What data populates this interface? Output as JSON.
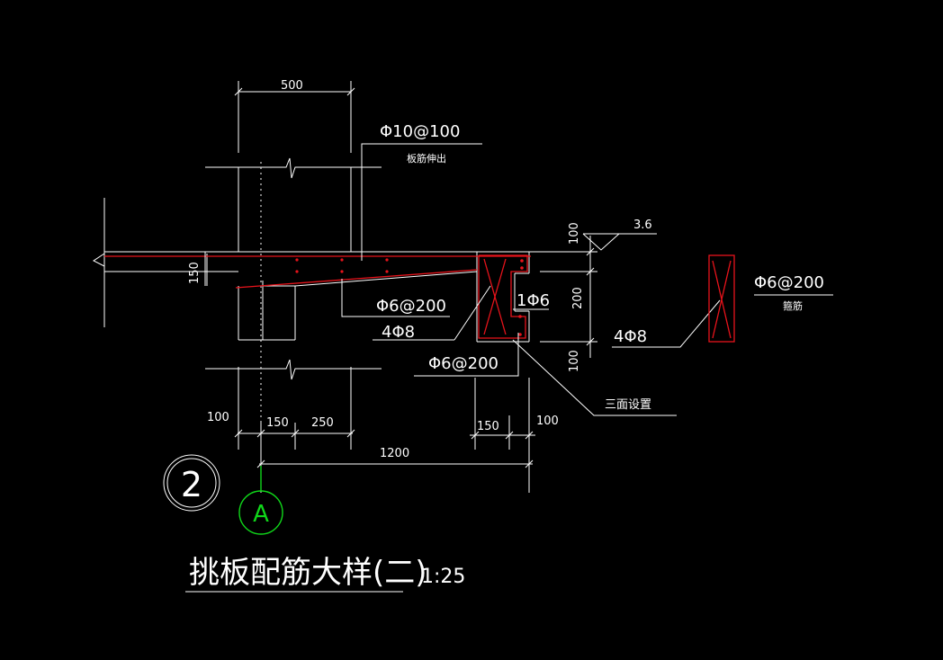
{
  "dimensions": {
    "col_width": "500",
    "beam_depth": "200",
    "top_100": "100",
    "bottom_100": "100",
    "slab_150": "150",
    "d100": "100",
    "d150": "150",
    "d250": "250",
    "d1200": "1200",
    "e150": "150",
    "e100": "100"
  },
  "labels": {
    "slab_bar": "Φ10@100",
    "slab_bar_note": "板筋伸出",
    "elevation": "3.6",
    "stirrup_left": "Φ6@200",
    "bottom_left": "4Φ8",
    "stirrup_lower": "Φ6@200",
    "single_bar": "1Φ6",
    "bottom_right": "4Φ8",
    "three_sides": "三面设置",
    "stirrup_detail": "Φ6@200",
    "stirrup_detail_note": "箍筋"
  },
  "title": {
    "detail_no": "2",
    "axis": "A",
    "name": "挑板配筋大样(二)",
    "scale": "1:25"
  },
  "colors": {
    "background": "#000000",
    "line": "#ffffff",
    "rebar": "#e8131b",
    "axis": "#10d71a"
  }
}
